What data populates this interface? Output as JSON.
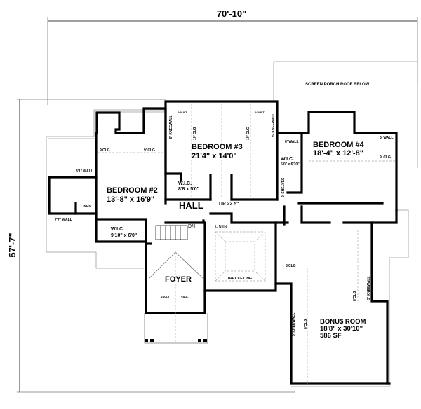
{
  "dimensions": {
    "width": "70'-10\"",
    "depth": "57'-7\""
  },
  "rooms": {
    "bedroom2": {
      "name": "BEDROOM #2",
      "size": "13'-8\" x 16'9\""
    },
    "bedroom3": {
      "name": "BEDROOM #3",
      "size": "21'4\" x 14'0\""
    },
    "bedroom4": {
      "name": "BEDROOM #4",
      "size": "18'-4\" x 12'-8\""
    },
    "wic1": {
      "name": "W.I.C.",
      "size": "8'8 x 5'0\""
    },
    "wic2": {
      "name": "W.I.C.",
      "size": "5'0\" x 6'10\""
    },
    "wic3": {
      "name": "W.I.C.",
      "size": "9'10\" x 6'0\""
    },
    "hall": {
      "name": "HALL"
    },
    "foyer": {
      "name": "FOYER"
    },
    "bonus": {
      "name": "BONU$ ROOM",
      "size": "18'8\" x 30'10\"",
      "area": "586 SF"
    }
  },
  "notes": {
    "screen_porch": "SCREEN PORCH ROOF BELOW",
    "up": "UP 22.5\"",
    "dn": "DN",
    "linen": "LINEN",
    "trey": "TREY CEILING",
    "wall_8_1": "8'1\" WALL",
    "wall_7_7": "7'7\" WALL",
    "clg9": "9'CLG",
    "clg9b": "9' CLG",
    "clg10": "10' CLG",
    "kneewall5": "5' KNEEWALL",
    "vault": "VAULT",
    "wall6": "6' WALL",
    "wall5": "5' WALL",
    "clg9c": "9' CLG.",
    "shelves": "9' SHELVES",
    "clg8": "8'CLG"
  }
}
